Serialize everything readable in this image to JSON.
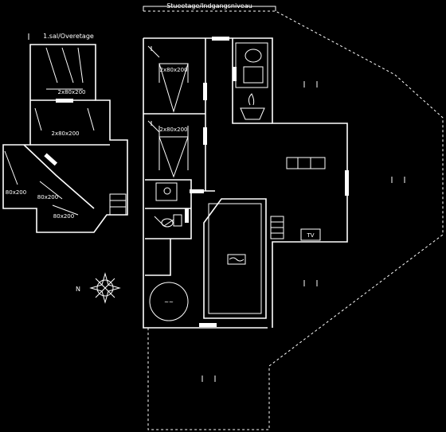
{
  "labels": {
    "ground_floor": "Stueetage/Indgangsniveau",
    "upper_floor": "1.sal/Overetage",
    "bed_a": "2x80x200",
    "bed_b": "2x80x200",
    "bed_c": "2x80x200",
    "bed_d": "2x80x200",
    "single_a": "80x200",
    "single_b": "80x200",
    "single_c": "80x200",
    "tv": "TV",
    "north": "N"
  },
  "icons": {
    "compass": "compass-rose-icon",
    "stairs": "stairs-icon",
    "sofa": "sofa-icon",
    "sauna_stove": "stove-icon",
    "fireplace": "fireplace-icon",
    "toilet": "toilet-icon",
    "shower": "shower-icon",
    "spa": "spa-icon",
    "terrace": "terrace-icon",
    "pool": "pool-icon"
  },
  "colors": {
    "background": "#000000",
    "line": "#ffffff"
  }
}
